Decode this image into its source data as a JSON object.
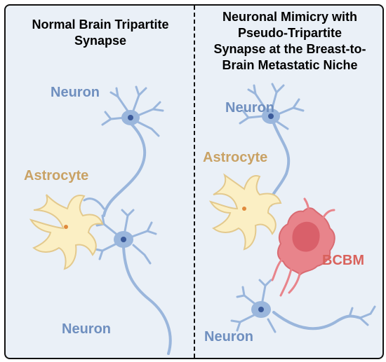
{
  "colors": {
    "background": "#eaf0f7",
    "neuron": "#9ab6dc",
    "neuron_label": "#6f8fbf",
    "astrocyte_fill": "#fbefc4",
    "astrocyte_label": "#c9a265",
    "tumor": "#e8848b",
    "tumor_label": "#d9625c"
  },
  "left_panel": {
    "title": "Normal Brain Tripartite\nSynapse",
    "labels": {
      "neuron_top": "Neuron",
      "astrocyte": "Astrocyte",
      "neuron_bottom": "Neuron"
    }
  },
  "right_panel": {
    "title": "Neuronal Mimicry with\nPseudo-Tripartite\nSynapse at the Breast-to-\nBrain Metastatic Niche",
    "labels": {
      "neuron_top": "Neuron",
      "astrocyte": "Astrocyte",
      "tumor": "BCBM",
      "neuron_bottom": "Neuron"
    }
  }
}
